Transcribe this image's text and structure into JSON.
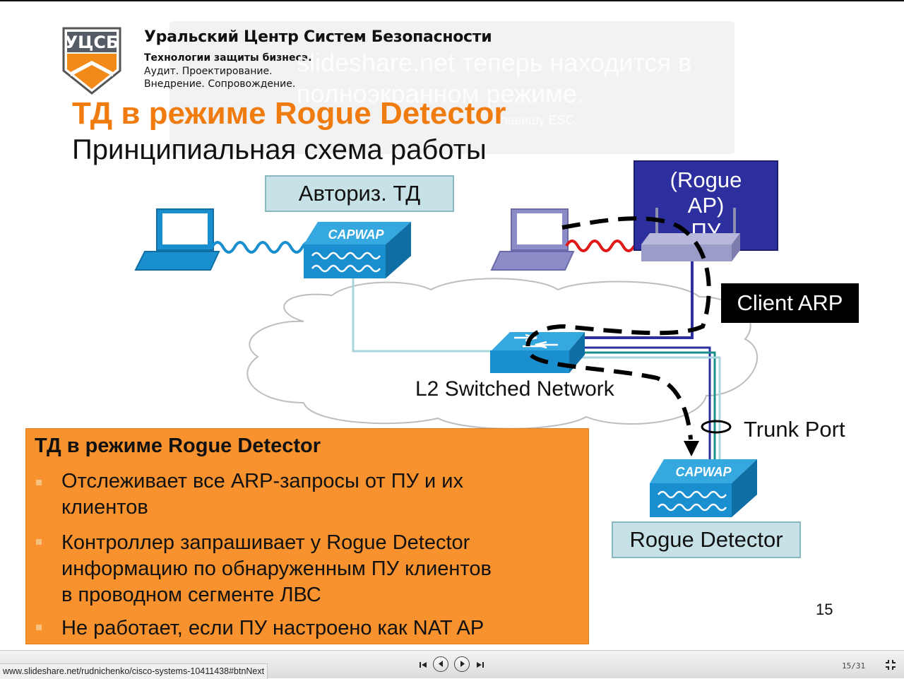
{
  "slide": {
    "org_name": "Уральский Центр Систем Безопасности",
    "org_tagline_1": "Технологии защиты бизнеса.",
    "org_tagline_2": "Аудит. Проектирование.",
    "org_tagline_3": "Внедрение. Сопровождение.",
    "logo_text": "УЦСБ",
    "title": "ТД в режиме Rogue Detector",
    "subtitle": "Принципиальная схема работы",
    "page_number": "15"
  },
  "fullscreen_notice": {
    "line1": "slideshare.net теперь находится в",
    "line2": "полноэкранном режиме.",
    "line3": "клавишу ESC."
  },
  "diagram": {
    "auth_ap_label": "Авториз. ТД",
    "capwap_label": "CAPWAP",
    "rogue_ap_label_1": "(Rogue",
    "rogue_ap_label_2": "AP)",
    "rogue_ap_label_3": "ПУ",
    "client_arp_label": "Client ARP",
    "network_label": "L2 Switched Network",
    "trunk_port_label": "Trunk Port",
    "rogue_detector_label": "Rogue Detector",
    "colors": {
      "accent_orange": "#f07c10",
      "panel_orange": "#f7922e",
      "cisco_blue": "#1a8fd0",
      "rogue_blue": "#2e2f9e",
      "red_wave": "#e01818"
    }
  },
  "panel": {
    "title": "ТД в режиме Rogue Detector",
    "bullets": [
      {
        "line1": "Отслеживает все ARP-запросы от ПУ и их",
        "line2": "клиентов",
        "line3": ""
      },
      {
        "line1": "Контроллер запрашивает у Rogue Detector",
        "line2": "информацию по обнаруженным ПУ клиентов",
        "line3": "в проводном сегменте ЛВС"
      },
      {
        "line1": "Не работает, если ПУ настроено как NAT AP",
        "line2": "",
        "line3": ""
      }
    ]
  },
  "player": {
    "url": "www.slideshare.net/rudnichenko/cisco-systems-10411438#btnNext",
    "counter": "15/31",
    "icons": [
      "skip-first-icon",
      "prev-icon",
      "next-icon",
      "skip-last-icon",
      "exit-fullscreen-icon"
    ]
  }
}
